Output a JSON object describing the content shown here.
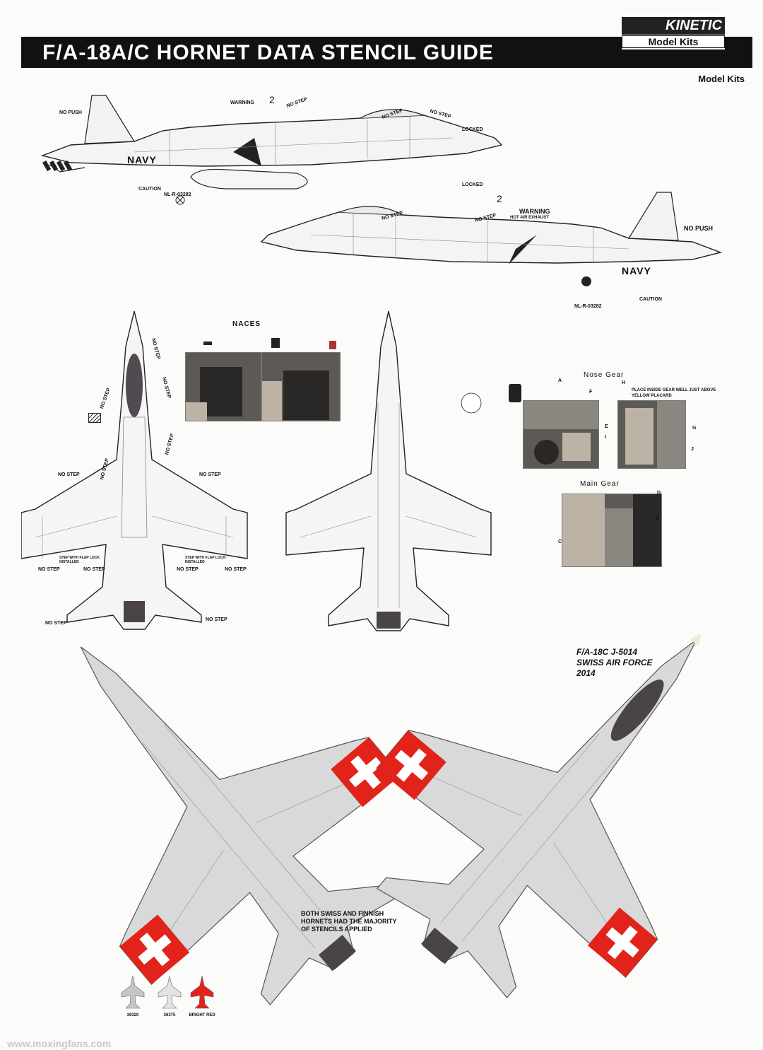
{
  "header": {
    "title": "F/A-18A/C HORNET DATA STENCIL GUIDE",
    "brand": "KINETIC",
    "brand_sub": "Model Kits",
    "right_label": "Model Kits"
  },
  "side_view_1": {
    "warning": "WARNING",
    "step_number": "2",
    "no_step": "NO STEP",
    "no_push": "NO PUSH",
    "navy": "NAVY",
    "caution": "CAUTION",
    "locked": "LOCKED",
    "serial": "NL-R-03282"
  },
  "side_view_2": {
    "step_number": "2",
    "warning": "WARNING",
    "warning_sub": "HOT AIR EXHAUST",
    "no_step": "NO STEP",
    "no_push": "NO PUSH",
    "navy": "NAVY",
    "caution": "CAUTION",
    "serial": "NL-R-03282"
  },
  "top_view": {
    "no_step": "NO STEP",
    "step_with_flap": "STEP WITH FLAP LOCK INSTALLED"
  },
  "naces": {
    "title": "NACES"
  },
  "nose_gear": {
    "title": "Nose Gear",
    "note": "PLACE INSIDE GEAR WELL JUST ABOVE YELLOW PLACARD",
    "letters": [
      "A",
      "F",
      "E",
      "I",
      "H",
      "G",
      "J"
    ]
  },
  "main_gear": {
    "title": "Main Gear",
    "letters": [
      "D",
      "B",
      "C"
    ]
  },
  "swiss": {
    "designation": "F/A-18C J-5014",
    "unit": "SWISS AIR FORCE",
    "year": "2014",
    "note": "BOTH SWISS AND FINNISH HORNETS HAD THE MAJORITY OF STENCILS APPLIED"
  },
  "swatches": [
    {
      "label": "36320",
      "color": "#c4c8c4"
    },
    {
      "label": "36375",
      "color": "#e2e4e2"
    },
    {
      "label": "BRIGHT RED",
      "color": "#e2231a"
    }
  ],
  "colors": {
    "swiss_red": "#e2231a",
    "panel_grey": "#d9d9d9",
    "dark_grey": "#4a4448"
  },
  "watermark": "www.moxingfans.com"
}
